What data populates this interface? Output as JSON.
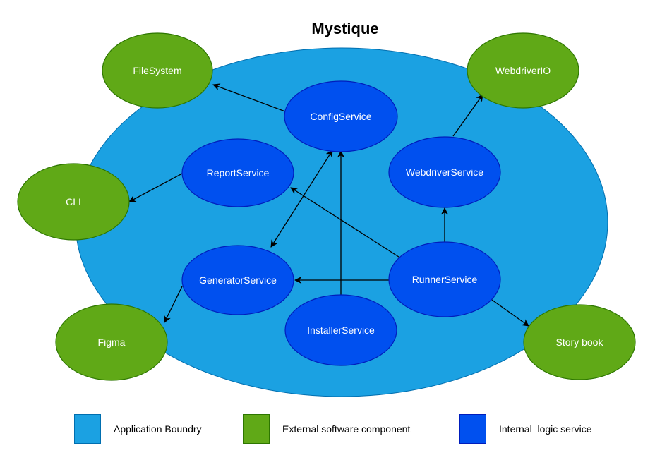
{
  "title": "Mystique",
  "colors": {
    "boundary": "#1ba1e2",
    "boundary_stroke": "#006eaf",
    "external": "#60a917",
    "external_stroke": "#2d7600",
    "internal": "#0050ef",
    "internal_stroke": "#001dbc",
    "edge": "#000000"
  },
  "nodes": {
    "filesystem": "FileSystem",
    "cli": "CLI",
    "figma": "Figma",
    "webdriverio": "WebdriverIO",
    "storybook": "Story book",
    "config": "ConfigService",
    "report": "ReportService",
    "generator": "GeneratorService",
    "installer": "InstallerService",
    "webdriver": "WebdriverService",
    "runner": "RunnerService"
  },
  "legend": {
    "boundary": "Application Boundry",
    "external": "External software component",
    "internal": "Internal  logic service"
  }
}
